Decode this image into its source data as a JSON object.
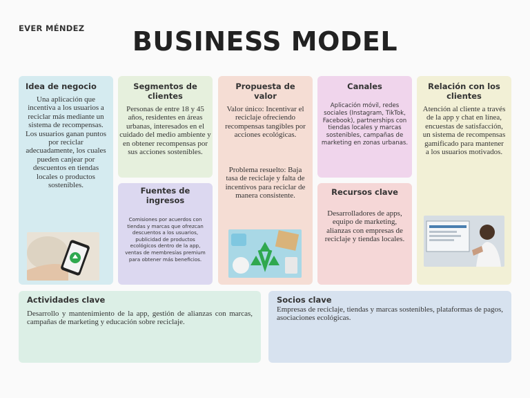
{
  "header": {
    "author": "EVER MÉNDEZ",
    "title": "BUSINESS MODEL"
  },
  "cards": {
    "idea": {
      "title": "Idea de negocio",
      "text": "Una aplicación que incentiva a los usuarios a reciclar más mediante un sistema de recompensas. Los usuarios ganan puntos por reciclar adecuadamente, los cuales pueden canjear por descuentos en tiendas locales o productos sostenibles."
    },
    "segmentos": {
      "title": "Segmentos de clientes",
      "text": "Personas de entre 18 y 45 años, residentes en áreas urbanas, interesados en el cuidado del medio ambiente y en obtener recompensas por sus acciones sostenibles."
    },
    "fuentes": {
      "title": "Fuentes de ingresos",
      "text": "Comisiones por acuerdos con tiendas y marcas que ofrezcan descuentos a los usuarios, publicidad de productos ecológicos dentro de la app, ventas de membresías premium para obtener más beneficios."
    },
    "propuesta": {
      "title": "Propuesta de valor",
      "text1": "Valor único: Incentivar el reciclaje ofreciendo recompensas tangibles por acciones ecológicas.",
      "text2": "Problema resuelto: Baja tasa de reciclaje y falta de incentivos para reciclar de manera consistente."
    },
    "canales": {
      "title": "Canales",
      "text": "Aplicación móvil, redes sociales (Instagram, TikTok, Facebook), partnerships con tiendas locales y marcas sostenibles, campañas de marketing en zonas urbanas."
    },
    "recursos": {
      "title": "Recursos clave",
      "text": "Desarrolladores de apps, equipo de marketing, alianzas con empresas de reciclaje y tiendas locales."
    },
    "relacion": {
      "title": "Relación con los clientes",
      "text": "Atención al cliente a través de la app y chat en línea, encuestas de satisfacción, un sistema de recompensas gamificado para mantener a los usuarios motivados."
    },
    "actividades": {
      "title": "Actividades clave",
      "text": "Desarrollo y mantenimiento de la app, gestión de alianzas con marcas, campañas de marketing y educación sobre reciclaje."
    },
    "socios": {
      "title": "Socios clave",
      "text": "Empresas de reciclaje, tiendas y marcas sostenibles, plataformas de pagos, asociaciones ecológicas."
    }
  },
  "colors": {
    "idea": "#d5ebf0",
    "segmentos": "#e6f0dd",
    "fuentes": "#dcd8f0",
    "propuesta": "#f5ddd4",
    "canales": "#f0d5ec",
    "recursos": "#f5d7d7",
    "relacion": "#f2f0d6",
    "actividades": "#dcefe6",
    "socios": "#d7e2ef",
    "recycle_green": "#2fa84f"
  }
}
